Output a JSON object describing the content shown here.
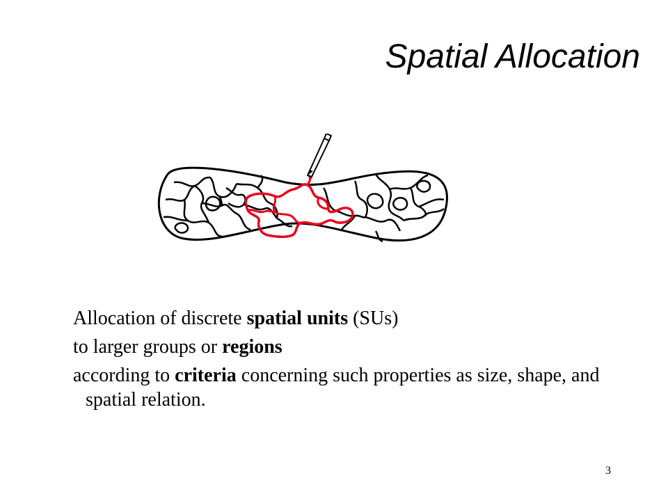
{
  "slide": {
    "title": "Spatial Allocation",
    "page_number": "3"
  },
  "body": {
    "line1": {
      "pre": "Allocation of discrete ",
      "bold": "spatial units",
      "post": " (SUs)"
    },
    "line2": {
      "pre": "to larger groups or ",
      "bold": "regions",
      "post": ""
    },
    "line3": {
      "pre": "according to ",
      "bold": "criteria",
      "post": " concerning such properties as size, shape, and spatial relation."
    }
  },
  "figure": {
    "icons": [
      "spatial-units-map-icon",
      "pencil-icon"
    ],
    "colors": {
      "outline": "#000000",
      "region": "#e8001c"
    }
  }
}
